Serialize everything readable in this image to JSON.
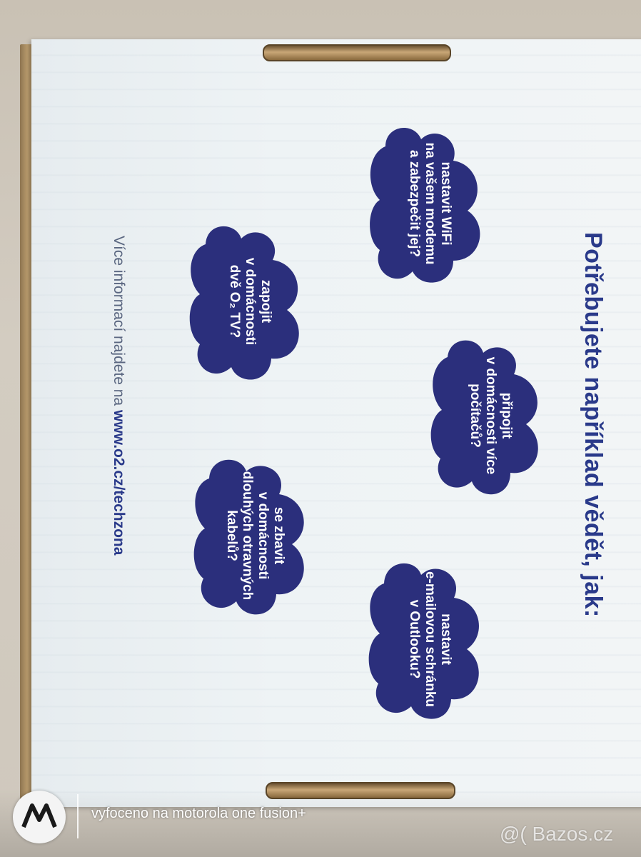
{
  "box": {
    "heading": "Potřebujete například vědět, jak:",
    "footer_prefix": "Více informací najdete na ",
    "footer_link": "www.o2.cz/techzona",
    "clouds": [
      {
        "label": "nastavit WiFi\nna vašem modemu\na zabezpečit jej?"
      },
      {
        "label": "připojit\nv domácnosti více\npočítačů?"
      },
      {
        "label": "nastavit\ne-mailovou schránku\nv Outlooku?"
      },
      {
        "label": "zapojit\nv domácnosti\ndvě O₂ TV?"
      },
      {
        "label": "se zbavit\nv domácnosti\ndlouhých otravných\nkabelů?"
      }
    ],
    "colors": {
      "cloud": "#2b2f7c",
      "heading": "#2a3a8a",
      "box_face": "#eef3f5"
    }
  },
  "overlay": {
    "camera_caption": "vyfoceno na motorola one fusion+",
    "site_watermark": "@( Bazos.cz"
  }
}
